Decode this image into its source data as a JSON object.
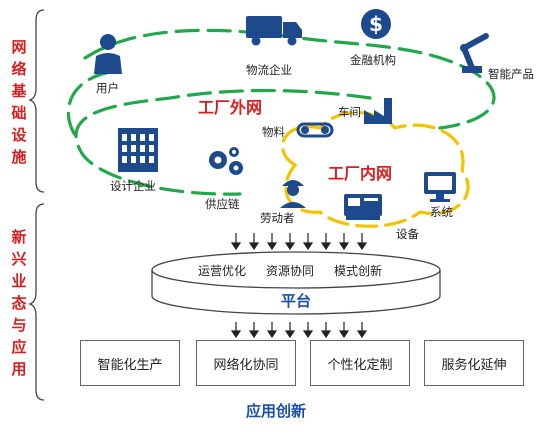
{
  "side_labels": {
    "top": [
      "网",
      "络",
      "基",
      "础",
      "设",
      "施"
    ],
    "bottom": [
      "新",
      "兴",
      "业",
      "态",
      "与",
      "应",
      "用"
    ]
  },
  "outer_network": {
    "title": "工厂外网",
    "nodes": {
      "user": "用户",
      "logistics": "物流企业",
      "finance": "金融机构",
      "smart_product": "智能产品",
      "design": "设计企业",
      "supply_chain": "供应链"
    }
  },
  "inner_network": {
    "title": "工厂内网",
    "nodes": {
      "material": "物料",
      "workshop": "车间",
      "worker": "劳动者",
      "system": "系统",
      "equipment": "设备"
    }
  },
  "platform": {
    "items": [
      "运营优化",
      "资源协同",
      "模式创新"
    ],
    "title": "平台"
  },
  "applications": [
    "智能化生产",
    "网络化协同",
    "个性化定制",
    "服务化延伸"
  ],
  "footer": "应用创新",
  "colors": {
    "red": "#d81e1e",
    "green": "#21a84a",
    "yellow": "#f2c400",
    "blue": "#1b4fa8",
    "icon_blue": "#1c4a8c"
  }
}
